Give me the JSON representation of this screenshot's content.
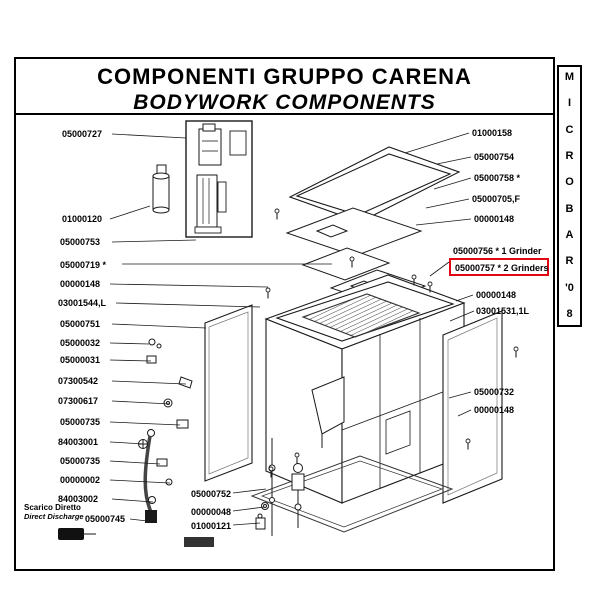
{
  "colors": {
    "highlight": "#e30613",
    "line": "#1a1a1a"
  },
  "header": {
    "title_it": "COMPONENTI GRUPPO CARENA",
    "title_en": "BODYWORK COMPONENTS"
  },
  "side_strip": {
    "chars": [
      "M",
      "I",
      "C",
      "R",
      "O",
      "B",
      "A",
      "R",
      "'0",
      "8"
    ]
  },
  "labels": {
    "left": [
      {
        "text": "05000727"
      },
      {
        "text": "01000120"
      },
      {
        "text": "05000753"
      },
      {
        "text": "05000719 *"
      },
      {
        "text": "00000148"
      },
      {
        "text": "03001544,L"
      },
      {
        "text": "05000751"
      },
      {
        "text": "05000032"
      },
      {
        "text": "05000031"
      },
      {
        "text": "07300542"
      },
      {
        "text": "07300617"
      },
      {
        "text": "05000735"
      },
      {
        "text": "84003001"
      },
      {
        "text": "05000735"
      },
      {
        "text": "00000002"
      },
      {
        "text": "84003002"
      },
      {
        "text": "05000745"
      }
    ],
    "right": [
      {
        "text": "01000158"
      },
      {
        "text": "05000754"
      },
      {
        "text": "05000758 *"
      },
      {
        "text": "05000705,F"
      },
      {
        "text": "00000148"
      },
      {
        "text": "05000756 *  1 Grinder"
      },
      {
        "text": "05000757 *  2 Grinders"
      },
      {
        "text": "00000148"
      },
      {
        "text": "03001531,1L"
      },
      {
        "text": "05000732"
      },
      {
        "text": "00000148"
      }
    ],
    "bottom": [
      {
        "text": "05000752"
      },
      {
        "text": "00000048"
      },
      {
        "text": "01000121"
      }
    ],
    "discharge": {
      "it": "Scarico Diretto",
      "en": "Direct Discharge"
    }
  }
}
